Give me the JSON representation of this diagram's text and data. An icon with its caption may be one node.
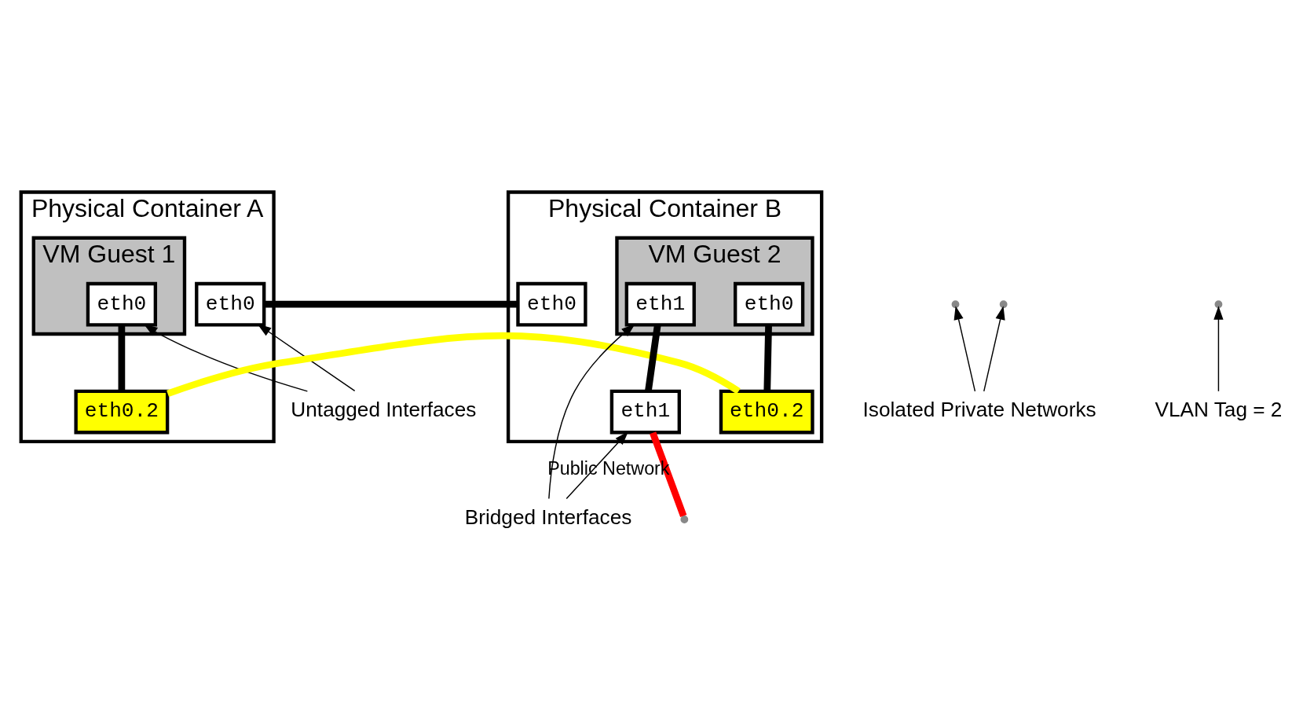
{
  "diagram": {
    "nodes": [
      {
        "text": [
          "Physical Container A"
        ]
      },
      {
        "text": [
          "VM Guest 1"
        ],
        "in": 0
      },
      {
        "text": [
          "eth0"
        ],
        "in": 1
      },
      {
        "text": [
          "eth0"
        ],
        "in": 0
      },
      {
        "text": [
          "eth0.2"
        ],
        "in": 0
      },
      {
        "text": [
          "Physical Container B"
        ]
      },
      {
        "text": [
          "VM Guest 2"
        ],
        "in": 5
      },
      {
        "text": [
          "eth0"
        ],
        "in": 6
      },
      {
        "text": [
          "eth1"
        ],
        "in": 6
      },
      {
        "text": [
          "eth0"
        ],
        "in": 5
      },
      {
        "text": [
          "eth0.2"
        ],
        "in": 5
      },
      {
        "text": [
          "eth1"
        ],
        "in": 5
      },
      {
        "text": [
          "Untagged Interfaces"
        ]
      },
      {
        "text": [
          "Bridged Interfaces"
        ]
      },
      {
        "text": [
          "Isolated Private Networks"
        ]
      },
      {
        "text": [
          "VLAN Tag = 2"
        ]
      }
    ],
    "edges": [
      {
        "from": 2,
        "to": 4,
        "arrow": "none",
        "style": "thick"
      },
      {
        "from": 7,
        "to": 10,
        "arrow": "none",
        "style": "thick"
      },
      {
        "from": 8,
        "to": 11,
        "arrow": "none",
        "style": "thick"
      },
      {
        "from": 3,
        "to": 9,
        "arrow": "none",
        "style": "thick"
      },
      {
        "from": 4,
        "to": 10,
        "arrow": "none",
        "style": "thick",
        "color": "#ffff00"
      },
      {
        "from": 11,
        "to": null,
        "arrow": "none",
        "style": "thick",
        "color": "#ff0000",
        "label": "Public Network"
      },
      {
        "from": 12,
        "to": 2,
        "arrow": "to"
      },
      {
        "from": 12,
        "to": 3,
        "arrow": "to"
      },
      {
        "from": 13,
        "to": 8,
        "arrow": "to"
      },
      {
        "from": 13,
        "to": 11,
        "arrow": "to"
      },
      {
        "from": 14,
        "to": null,
        "arrow": "to"
      },
      {
        "from": 14,
        "to": null,
        "arrow": "to"
      },
      {
        "from": 15,
        "to": null,
        "arrow": "to"
      }
    ]
  }
}
